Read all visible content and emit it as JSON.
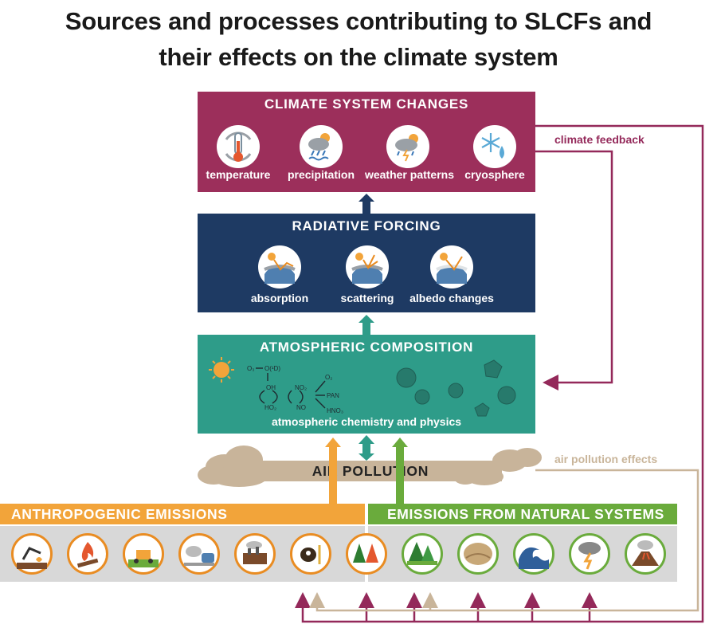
{
  "title": "Sources and processes contributing  to SLCFs and\ntheir effects on the climate system",
  "colors": {
    "climate": "#9c2f5b",
    "radiative": "#1e3a63",
    "atmospheric": "#2e9c89",
    "pollution": "#c8b49a",
    "anthropogenic": "#f2a43a",
    "natural": "#6aab3c",
    "feedback_line": "#94295a",
    "pollution_line": "#c9b59a"
  },
  "climate": {
    "title": "CLIMATE SYSTEM  CHANGES",
    "items": [
      {
        "label": "temperature",
        "icon": "thermometer-icon"
      },
      {
        "label": "precipitation",
        "icon": "rain-cloud-icon"
      },
      {
        "label": "weather patterns",
        "icon": "storm-cloud-icon"
      },
      {
        "label": "cryosphere",
        "icon": "snowflake-icon"
      }
    ]
  },
  "radiative": {
    "title": "RADIATIVE FORCING",
    "items": [
      {
        "label": "absorption",
        "icon": "absorption-icon"
      },
      {
        "label": "scattering",
        "icon": "scattering-icon"
      },
      {
        "label": "albedo changes",
        "icon": "albedo-icon"
      }
    ]
  },
  "atmospheric": {
    "title": "ATMOSPHERIC COMPOSITION",
    "subtitle": "atmospheric chemistry and physics",
    "chem": {
      "o3": "O₃",
      "o1d": "O(¹D)",
      "oh": "OH",
      "ho2": "HO₂",
      "no2": "NO₂",
      "no": "NO",
      "o2": "O₂",
      "pan": "PAN",
      "hno3": "HNO₃"
    }
  },
  "pollution": {
    "label": "AIR POLLUTION"
  },
  "feedback": {
    "climate_feedback": "climate feedback",
    "air_pollution_effects": "air pollution effects"
  },
  "anthropogenic": {
    "label": "ANTHROPOGENIC EMISSIONS",
    "icons": [
      "oil-pump-icon",
      "fire-icon",
      "truck-icon",
      "vehicle-exhaust-icon",
      "factory-icon",
      "cow-icon",
      "forest-fire-icon"
    ]
  },
  "natural": {
    "label": "EMISSIONS FROM NATURAL SYSTEMS",
    "icons": [
      "forest-icon",
      "soil-dust-icon",
      "ocean-wave-icon",
      "lightning-icon",
      "volcano-icon"
    ]
  }
}
